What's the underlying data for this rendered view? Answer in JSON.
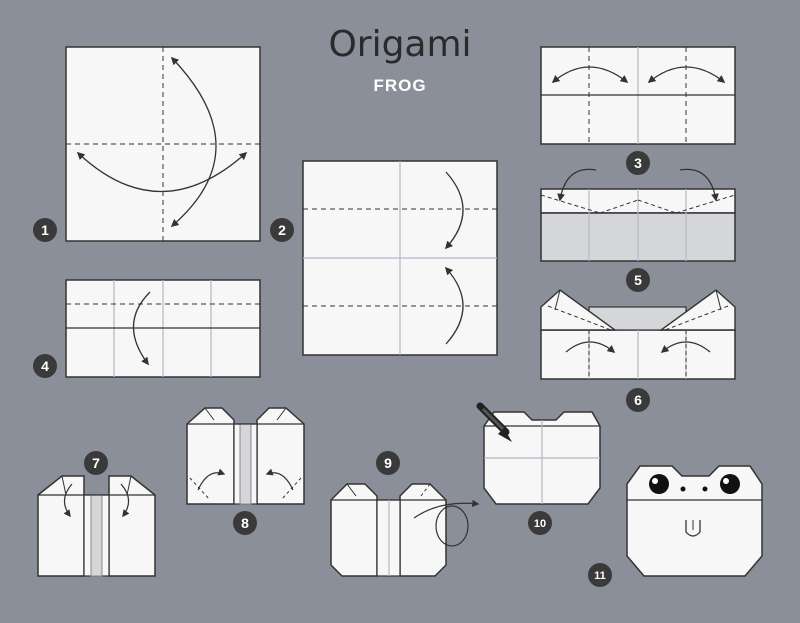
{
  "header": {
    "title": "Origami",
    "subtitle": "FROG"
  },
  "steps": [
    {
      "number": "1"
    },
    {
      "number": "2"
    },
    {
      "number": "3"
    },
    {
      "number": "4"
    },
    {
      "number": "5"
    },
    {
      "number": "6"
    },
    {
      "number": "7"
    },
    {
      "number": "8"
    },
    {
      "number": "9"
    },
    {
      "number": "10"
    },
    {
      "number": "11"
    }
  ],
  "colors": {
    "background": "#8a8f9a",
    "paper": "#f7f7f7",
    "paper_back": "#d4d6d9",
    "outline": "#333333",
    "badge": "#3a3a3a",
    "title": "#2a2a2a",
    "subtitle": "#ffffff"
  }
}
